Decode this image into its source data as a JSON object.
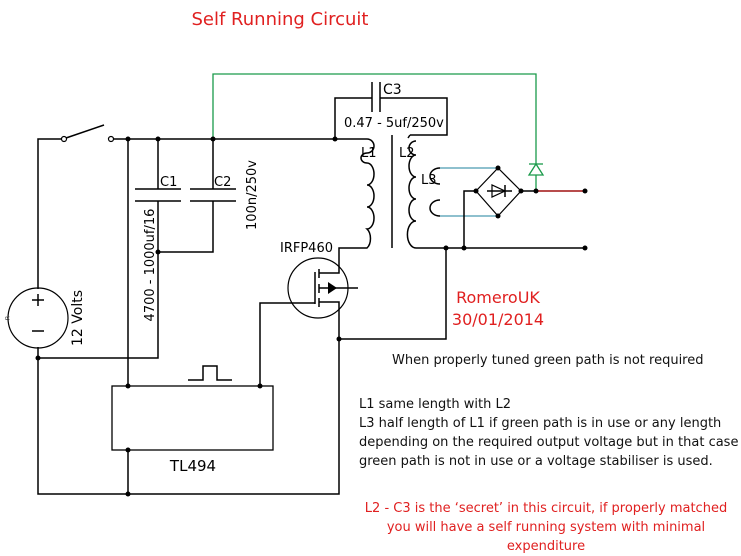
{
  "title": "Self Running Circuit",
  "colors": {
    "title": "#e02020",
    "wire": "#000000",
    "green_path": "#1a9a4a",
    "l3_wires": "#4a9ab0",
    "output_wire": "#a01010",
    "annotation": "#e02020"
  },
  "components": {
    "source_label": "12 Volts",
    "c1_label": "C1",
    "c1_value": "4700 - 1000uf/16",
    "c2_label": "C2",
    "c2_value": "100n/250v",
    "c3_label": "C3",
    "c3_value": "0.47 - 5uf/250v",
    "l1_label": "L1",
    "l2_label": "L2",
    "l3_label": "L3",
    "mosfet_label": "IRFP460",
    "ic_label": "TL494"
  },
  "author": "RomeroUK",
  "date": "30/01/2014",
  "notes": {
    "tuning": "When properly tuned green path is not required",
    "lines": [
      "L1 same length with L2",
      "L3 half length of L1 if green path is in use or any length",
      "depending on the required output voltage but in that case",
      "green path is not in use or a voltage stabiliser is used."
    ],
    "secret": [
      "L2 - C3 is the ‘secret’ in this circuit, if properly matched",
      "you will have a self running system with minimal",
      "expenditure"
    ]
  }
}
